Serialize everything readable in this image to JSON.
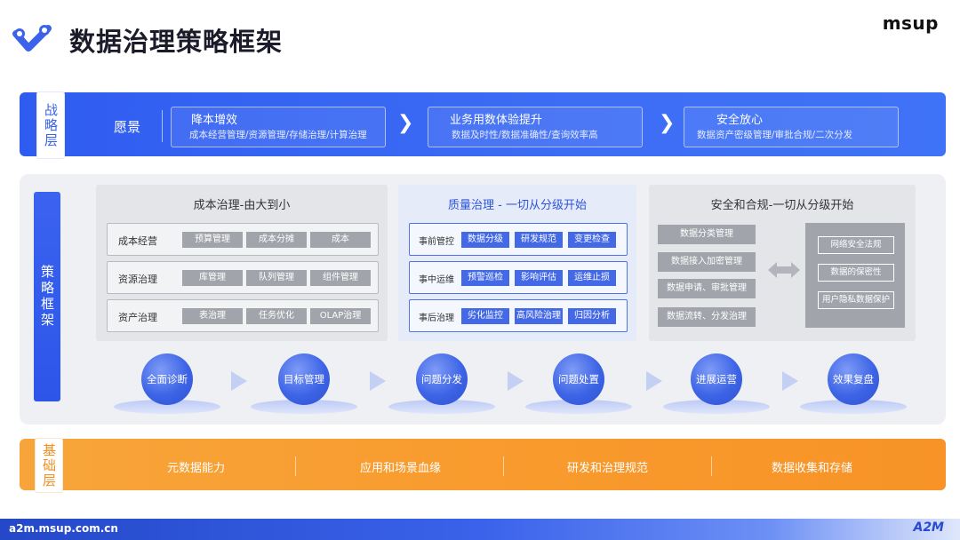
{
  "header": {
    "title": "数据治理策略框架",
    "brand": "msup"
  },
  "layers": {
    "strategy": "战略层",
    "framework": "策略框架",
    "base": "基础层"
  },
  "strategy": {
    "vision_label": "愿景",
    "goals": [
      {
        "title": "降本增效",
        "desc": "成本经营管理/资源管理/存储治理/计算治理"
      },
      {
        "title": "业务用数体验提升",
        "desc": "数据及时性/数据准确性/查询效率高"
      },
      {
        "title": "安全放心",
        "desc": "数据资产密级管理/审批合规/二次分发"
      }
    ],
    "chevron": "❯"
  },
  "cost_panel": {
    "title": "成本治理-由大到小",
    "rows": [
      {
        "label": "成本经营",
        "chips": [
          "预算管理",
          "成本分摊",
          "成本"
        ]
      },
      {
        "label": "资源治理",
        "chips": [
          "库管理",
          "队列管理",
          "组件管理"
        ]
      },
      {
        "label": "资产治理",
        "chips": [
          "表治理",
          "任务优化",
          "OLAP治理"
        ]
      }
    ]
  },
  "quality_panel": {
    "title": "质量治理 - 一切从分级开始",
    "rows": [
      {
        "label": "事前管控",
        "chips": [
          "数据分级",
          "研发规范",
          "变更检查"
        ]
      },
      {
        "label": "事中运维",
        "chips": [
          "预警巡检",
          "影响评估",
          "运维止损"
        ]
      },
      {
        "label": "事后治理",
        "chips": [
          "劣化监控",
          "高风险治理",
          "归因分析"
        ]
      }
    ]
  },
  "security_panel": {
    "title": "安全和合规-一切从分级开始",
    "left": [
      "数据分类管理",
      "数据接入加密管理",
      "数据申请、审批管理",
      "数据流转、分发治理"
    ],
    "right": [
      "网络安全法规",
      "数据的保密性",
      "用户隐私数据保护"
    ]
  },
  "process_steps": [
    "全面诊断",
    "目标管理",
    "问题分发",
    "问题处置",
    "进展运营",
    "效果复盘"
  ],
  "base": {
    "items": [
      "元数据能力",
      "应用和场景血缘",
      "研发和治理规范",
      "数据收集和存储"
    ]
  },
  "footer": {
    "url": "a2m.msup.com.cn",
    "logo": "A2M"
  },
  "colors": {
    "strategy_blue": "#3d6df5",
    "base_orange": "#f99b2e",
    "chip_gray": "#a2a4ab",
    "chip_blue": "#4469e6"
  }
}
